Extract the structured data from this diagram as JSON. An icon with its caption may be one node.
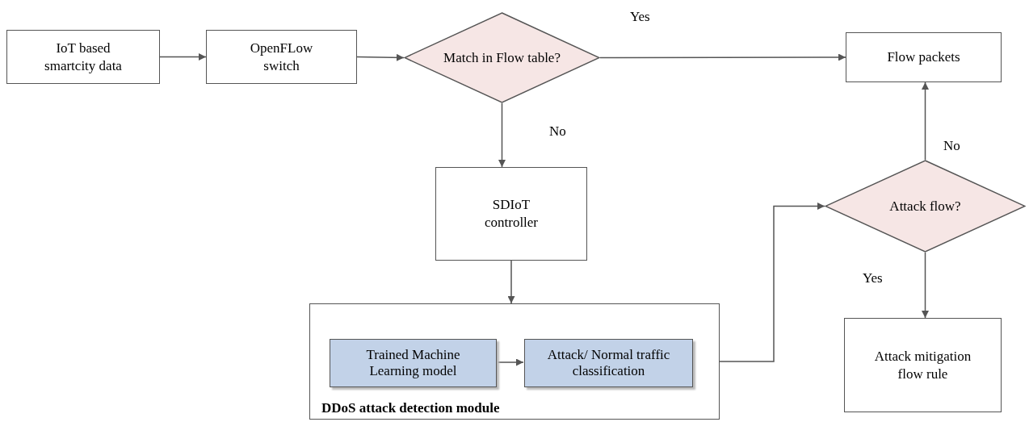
{
  "diagram": {
    "nodes": [
      {
        "text": [
          "IoT based smartcity data"
        ]
      },
      {
        "text": [
          "OpenFLow switch"
        ]
      },
      {
        "text": [
          "Match in Flow table?"
        ]
      },
      {
        "text": [
          "Flow packets"
        ]
      },
      {
        "text": [
          "SDIoT controller"
        ]
      },
      {
        "text": [
          "DDoS attack detection module"
        ]
      },
      {
        "text": [
          "Trained Machine Learning model"
        ],
        "in": 5
      },
      {
        "text": [
          "Attack/ Normal traffic classification"
        ],
        "in": 5
      },
      {
        "text": [
          "Attack flow?"
        ]
      },
      {
        "text": [
          "Attack mitigation flow rule"
        ]
      }
    ],
    "edges": [
      {
        "from": 0,
        "to": 1,
        "arrow": "to"
      },
      {
        "from": 1,
        "to": 2,
        "arrow": "to"
      },
      {
        "from": 2,
        "to": 3,
        "arrow": "to",
        "label": "Yes"
      },
      {
        "from": 2,
        "to": 4,
        "arrow": "to",
        "label": "No"
      },
      {
        "from": 4,
        "to": 5,
        "arrow": "to"
      },
      {
        "from": 6,
        "to": 7,
        "arrow": "to"
      },
      {
        "from": 5,
        "to": 8,
        "arrow": "to"
      },
      {
        "from": 8,
        "to": 3,
        "arrow": "to",
        "label": "No"
      },
      {
        "from": 8,
        "to": 9,
        "arrow": "to",
        "label": "Yes"
      }
    ]
  }
}
